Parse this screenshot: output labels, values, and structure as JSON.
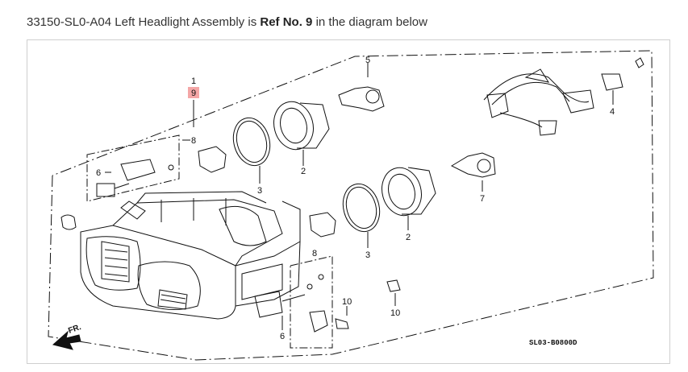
{
  "caption": {
    "part_number": "33150-SL0-A04",
    "part_name": "Left Headlight Assembly",
    "middle": "is",
    "ref_label": "Ref No. 9",
    "suffix": "in the diagram below"
  },
  "diagram": {
    "callouts": {
      "c1": "1",
      "c9": "9",
      "c8a": "8",
      "c8b": "8",
      "c6a": "6",
      "c6b": "6",
      "c3a": "3",
      "c3b": "3",
      "c2a": "2",
      "c2b": "2",
      "c5": "5",
      "c4": "4",
      "c7": "7",
      "c10a": "10",
      "c10b": "10"
    },
    "direction": "FR.",
    "diagram_code": "SL03-B0800D",
    "highlight_color": "#f4a6a6"
  }
}
